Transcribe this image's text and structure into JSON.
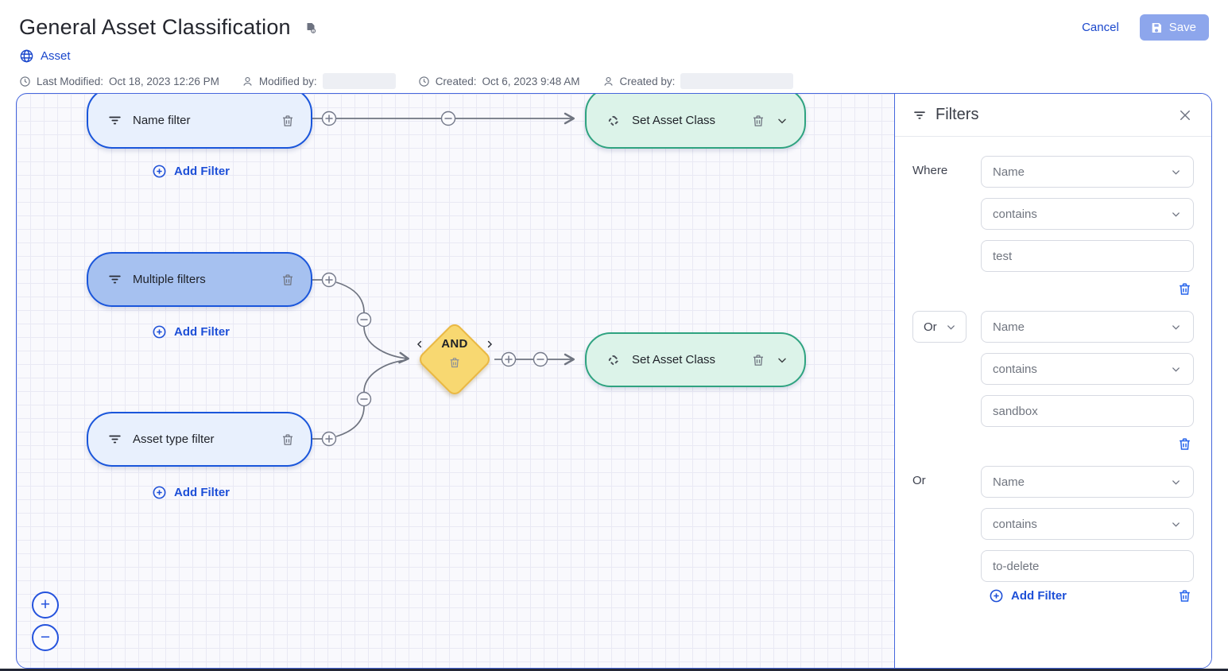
{
  "header": {
    "title": "General Asset Classification",
    "entity": "Asset",
    "cancel_label": "Cancel",
    "save_label": "Save",
    "meta": [
      {
        "label": "Last Modified:",
        "value": "Oct 18, 2023 12:26 PM"
      },
      {
        "label": "Modified by:",
        "value": ""
      },
      {
        "label": "Created:",
        "value": "Oct 6, 2023 9:48 AM"
      },
      {
        "label": "Created by:",
        "value": ""
      }
    ]
  },
  "canvas": {
    "add_filter_label": "Add Filter",
    "zoom_in_label": "+",
    "zoom_out_label": "−",
    "nodes": {
      "name_filter": {
        "label": "Name filter"
      },
      "multiple_filters": {
        "label": "Multiple filters"
      },
      "asset_type_filter": {
        "label": "Asset type filter"
      },
      "and_gate": {
        "label": "AND"
      },
      "set_asset_class_top": {
        "label": "Set Asset Class"
      },
      "set_asset_class_mid": {
        "label": "Set Asset Class"
      }
    }
  },
  "filters_panel": {
    "title": "Filters",
    "add_filter_label": "Add Filter",
    "rows": [
      {
        "connector": "Where",
        "connector_style": "label",
        "field": "Name",
        "operator": "contains",
        "value": "test"
      },
      {
        "connector": "Or",
        "connector_style": "dropdown",
        "field": "Name",
        "operator": "contains",
        "value": "sandbox"
      },
      {
        "connector": "Or",
        "connector_style": "label",
        "field": "Name",
        "operator": "contains",
        "value": "to-delete"
      }
    ]
  },
  "colors": {
    "accent_blue": "#1a47cc",
    "node_border_blue": "#1a56db",
    "node_fill_light": "#e8f0fd",
    "node_fill_selected": "#a6c1f0",
    "action_fill": "#dcf3e9",
    "action_border": "#2fa380",
    "and_fill": "#f8d871",
    "and_border": "#eab843",
    "save_button_bg": "#8da6ec",
    "edge_gray": "#6f7480"
  }
}
